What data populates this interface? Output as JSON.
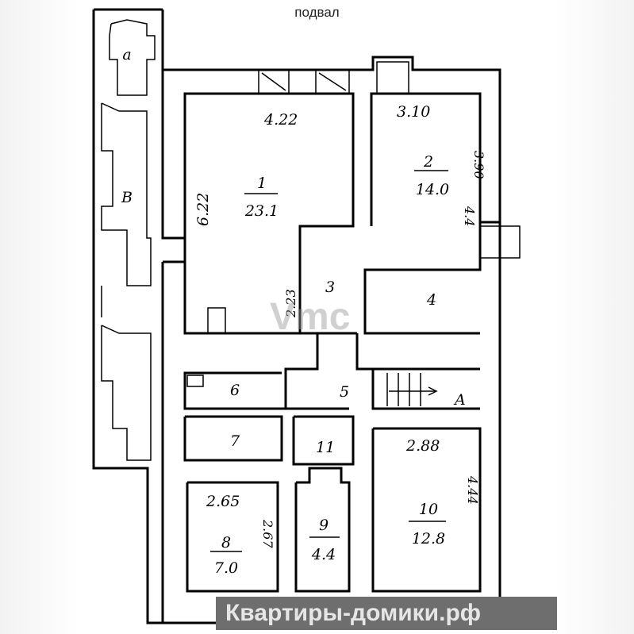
{
  "title": "подвал",
  "watermark": "Vmc",
  "banner": "Квартиры-домики.рф",
  "rooms": [
    {
      "num": "1",
      "area": "23.1",
      "width": "4.22",
      "length": "6.22"
    },
    {
      "num": "2",
      "area": "14.0",
      "width": "3.10",
      "length": "3.90",
      "side": "4.4"
    },
    {
      "num": "3",
      "side": "2.23"
    },
    {
      "num": "4"
    },
    {
      "num": "5"
    },
    {
      "num": "6"
    },
    {
      "num": "7"
    },
    {
      "num": "8",
      "area": "7.0",
      "width": "2.65",
      "length": "2.67"
    },
    {
      "num": "9",
      "area": "4.4"
    },
    {
      "num": "10",
      "area": "12.8",
      "width": "2.88",
      "length": "4.44"
    },
    {
      "num": "11"
    }
  ],
  "annex": {
    "a": "а",
    "b": "В",
    "stair": "А"
  },
  "colors": {
    "wall": "#000000",
    "banner": "#6e6e6e",
    "house": "#8dc63f"
  }
}
